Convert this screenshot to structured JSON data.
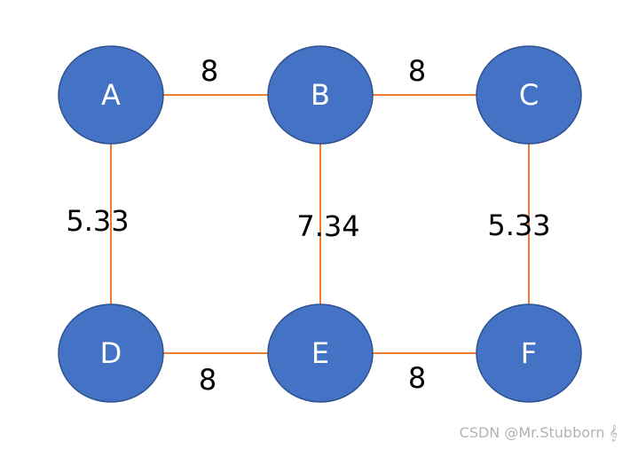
{
  "graph": {
    "node_color": "#4472C4",
    "node_border_color": "#2F528F",
    "edge_color": "#ED7D31",
    "nodes": [
      {
        "id": "A",
        "label": "A"
      },
      {
        "id": "B",
        "label": "B"
      },
      {
        "id": "C",
        "label": "C"
      },
      {
        "id": "D",
        "label": "D"
      },
      {
        "id": "E",
        "label": "E"
      },
      {
        "id": "F",
        "label": "F"
      }
    ],
    "edges": [
      {
        "from": "A",
        "to": "B",
        "weight": "8"
      },
      {
        "from": "B",
        "to": "C",
        "weight": "8"
      },
      {
        "from": "A",
        "to": "D",
        "weight": "5.33"
      },
      {
        "from": "B",
        "to": "E",
        "weight": "7.34"
      },
      {
        "from": "C",
        "to": "F",
        "weight": "5.33"
      },
      {
        "from": "D",
        "to": "E",
        "weight": "8"
      },
      {
        "from": "E",
        "to": "F",
        "weight": "8"
      }
    ]
  },
  "watermark": "CSDN @Mr.Stubborn 𝄞"
}
